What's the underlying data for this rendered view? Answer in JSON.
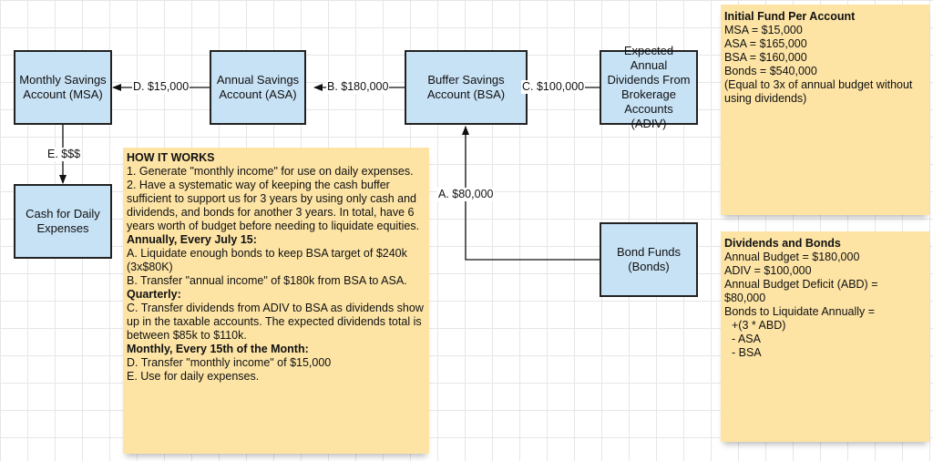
{
  "boxes": {
    "msa": "Monthly Savings Account (MSA)",
    "asa": "Annual Savings Account (ASA)",
    "bsa": "Buffer Savings Account (BSA)",
    "adiv": "Expected Annual Dividends From Brokerage Accounts (ADIV)",
    "cash": "Cash for Daily Expenses",
    "bonds": "Bond Funds (Bonds)"
  },
  "edges": {
    "d": "D. $15,000",
    "b": "B. $180,000",
    "c": "C. $100,000",
    "e": "E. $$$",
    "a": "A. $80,000"
  },
  "how_it_works": {
    "title": "HOW IT WORKS",
    "line1": "1. Generate \"monthly income\" for use on daily expenses.",
    "line2": "2. Have a systematic way of keeping the cash buffer sufficient to support us for 3 years by using only cash and dividends, and bonds for another 3 years. In total, have 6 years worth of budget before needing to liquidate equities.",
    "annual_title": "Annually, Every July 15:",
    "annual_a": "A. Liquidate enough bonds to keep BSA target of $240k (3x$80K)",
    "annual_b": "B. Transfer \"annual income\" of $180k from BSA to ASA.",
    "quarterly_title": "Quarterly:",
    "quarterly_c": "C. Transfer dividends from ADIV to BSA as dividends show up in the taxable accounts.  The expected dividends total is between $85k to $110k.",
    "monthly_title": "Monthly, Every 15th of the Month:",
    "monthly_d": "D. Transfer \"monthly income\" of $15,000",
    "monthly_e": "E. Use for daily expenses."
  },
  "initial_fund": {
    "title": "Initial Fund Per Account",
    "msa": "MSA = $15,000",
    "asa": "ASA = $165,000",
    "bsa": "BSA = $160,000",
    "bonds": "Bonds = $540,000",
    "bonds_note": "(Equal to 3x of annual budget without using dividends)"
  },
  "dividends_bonds": {
    "title": "Dividends and Bonds",
    "budget": "Annual Budget = $180,000",
    "adiv": "ADIV = $100,000",
    "abd": "Annual Budget Deficit (ABD) = $80,000",
    "liquidate": "Bonds to Liquidate Annually =",
    "formula": "+(3 * ABD)",
    "minus_asa": "- ASA",
    "minus_bsa": "- BSA"
  }
}
